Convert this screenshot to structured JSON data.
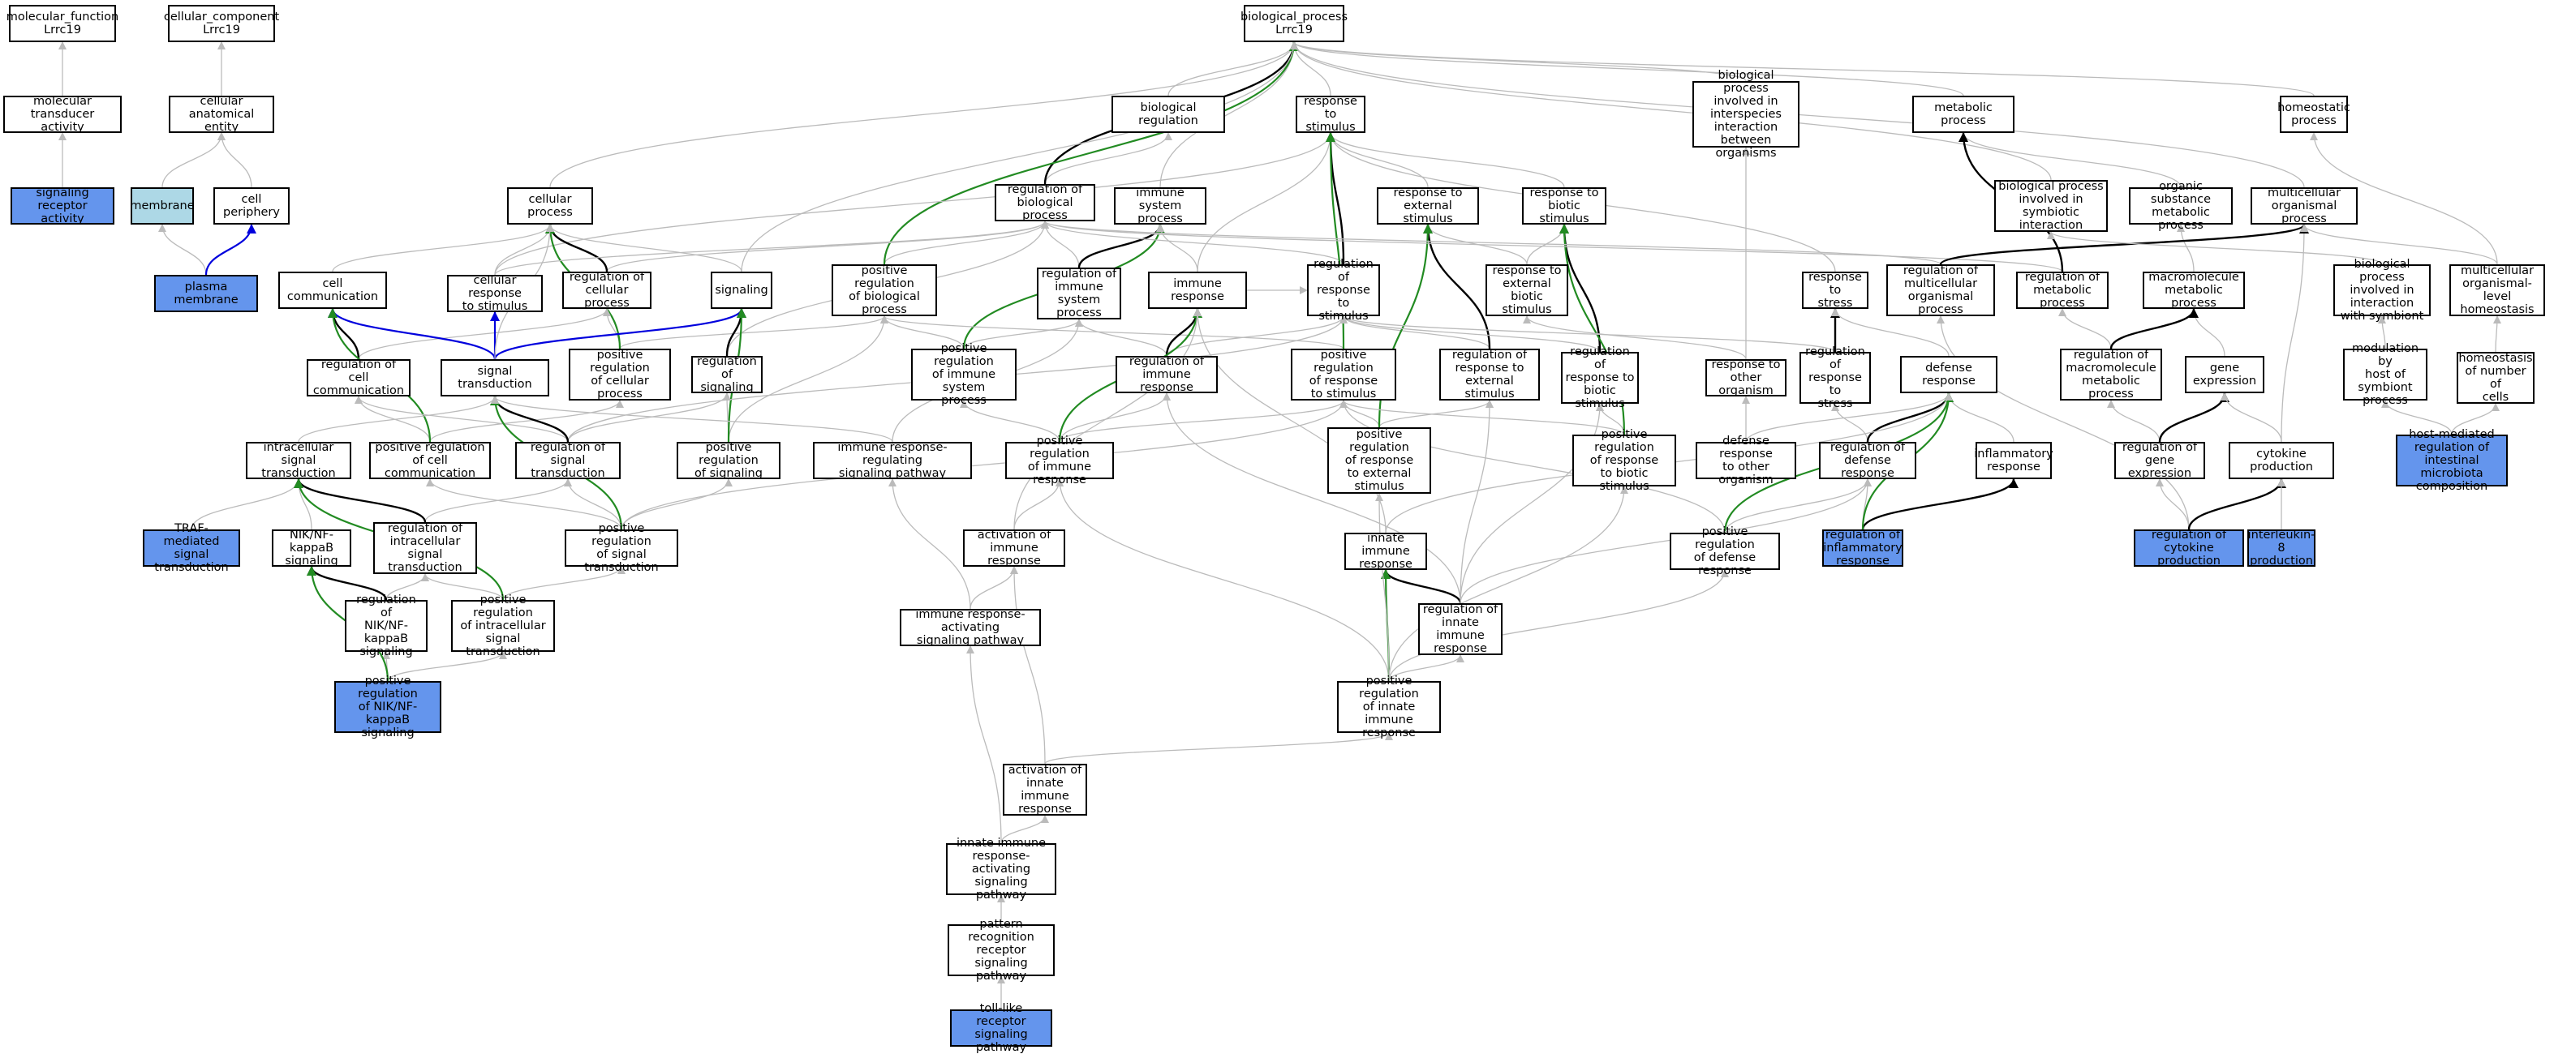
{
  "colors": {
    "is_a": "#bbbbbb",
    "regulates": "#000000",
    "positively_regulates": "#228b22",
    "part_of": "#0000dd",
    "highlight_fill": "#6495ed",
    "light_fill": "#add8e6"
  },
  "nodes": [
    {
      "id": "mf",
      "label": "molecular_function\nLrrc19",
      "style": ""
    },
    {
      "id": "cc",
      "label": "cellular_component\nLrrc19",
      "style": ""
    },
    {
      "id": "bp",
      "label": "biological_process\nLrrc19",
      "style": ""
    },
    {
      "id": "mta",
      "label": "molecular transducer\nactivity",
      "style": ""
    },
    {
      "id": "cae",
      "label": "cellular anatomical\nentity",
      "style": ""
    },
    {
      "id": "biolreg",
      "label": "biological regulation",
      "style": ""
    },
    {
      "id": "rts",
      "label": "response to\nstimulus",
      "style": ""
    },
    {
      "id": "bpinter",
      "label": "biological process\ninvolved in\ninterspecies\ninteraction\nbetween organisms",
      "style": ""
    },
    {
      "id": "metab",
      "label": "metabolic process",
      "style": ""
    },
    {
      "id": "homeo",
      "label": "homeostatic\nprocess",
      "style": ""
    },
    {
      "id": "sra",
      "label": "signaling receptor\nactivity",
      "style": "hl"
    },
    {
      "id": "membrane",
      "label": "membrane",
      "style": "lb"
    },
    {
      "id": "periph",
      "label": "cell periphery",
      "style": ""
    },
    {
      "id": "cellproc",
      "label": "cellular process",
      "style": ""
    },
    {
      "id": "regbp",
      "label": "regulation of\nbiological process",
      "style": ""
    },
    {
      "id": "imsys",
      "label": "immune system\nprocess",
      "style": ""
    },
    {
      "id": "rtes",
      "label": "response to\nexternal stimulus",
      "style": ""
    },
    {
      "id": "rtbs",
      "label": "response to\nbiotic stimulus",
      "style": ""
    },
    {
      "id": "bpsymb",
      "label": "biological process\ninvolved in\nsymbiotic interaction",
      "style": ""
    },
    {
      "id": "osmp",
      "label": "organic substance\nmetabolic process",
      "style": ""
    },
    {
      "id": "mop",
      "label": "multicellular\norganismal process",
      "style": ""
    },
    {
      "id": "pm",
      "label": "plasma membrane",
      "style": "hl"
    },
    {
      "id": "cellcomm",
      "label": "cell communication",
      "style": ""
    },
    {
      "id": "crts",
      "label": "cellular response\nto stimulus",
      "style": ""
    },
    {
      "id": "regcp",
      "label": "regulation of\ncellular process",
      "style": ""
    },
    {
      "id": "signaling",
      "label": "signaling",
      "style": ""
    },
    {
      "id": "posregbp",
      "label": "positive regulation\nof biological\nprocess",
      "style": ""
    },
    {
      "id": "regimsys",
      "label": "regulation of\nimmune system\nprocess",
      "style": ""
    },
    {
      "id": "immresp",
      "label": "immune response",
      "style": ""
    },
    {
      "id": "regrts",
      "label": "regulation of\nresponse to\nstimulus",
      "style": ""
    },
    {
      "id": "rtebs",
      "label": "response to\nexternal biotic\nstimulus",
      "style": ""
    },
    {
      "id": "rtstress",
      "label": "response to\nstress",
      "style": ""
    },
    {
      "id": "regmop",
      "label": "regulation of\nmulticellular\norganismal process",
      "style": ""
    },
    {
      "id": "regmetab",
      "label": "regulation of\nmetabolic process",
      "style": ""
    },
    {
      "id": "macro",
      "label": "macromolecule\nmetabolic process",
      "style": ""
    },
    {
      "id": "bpsymb2",
      "label": "biological process\ninvolved in\ninteraction\nwith symbiont",
      "style": ""
    },
    {
      "id": "mlh",
      "label": "multicellular\norganismal-level\nhomeostasis",
      "style": ""
    },
    {
      "id": "regcc",
      "label": "regulation of\ncell communication",
      "style": ""
    },
    {
      "id": "sigtrans",
      "label": "signal transduction",
      "style": ""
    },
    {
      "id": "posregcp",
      "label": "positive regulation\nof cellular\nprocess",
      "style": ""
    },
    {
      "id": "regsig",
      "label": "regulation of\nsignaling",
      "style": ""
    },
    {
      "id": "posregims",
      "label": "positive regulation\nof immune system\nprocess",
      "style": ""
    },
    {
      "id": "regimresp",
      "label": "regulation of\nimmune response",
      "style": ""
    },
    {
      "id": "posregrts",
      "label": "positive regulation\nof response\nto stimulus",
      "style": ""
    },
    {
      "id": "regrtes",
      "label": "regulation of\nresponse to\nexternal stimulus",
      "style": ""
    },
    {
      "id": "regrtbs",
      "label": "regulation of\nresponse to\nbiotic stimulus",
      "style": ""
    },
    {
      "id": "rtoo",
      "label": "response to\nother organism",
      "style": ""
    },
    {
      "id": "regrtstress",
      "label": "regulation of\nresponse to\nstress",
      "style": ""
    },
    {
      "id": "defresp",
      "label": "defense response",
      "style": ""
    },
    {
      "id": "regmacro",
      "label": "regulation of\nmacromolecule\nmetabolic process",
      "style": ""
    },
    {
      "id": "geneexp",
      "label": "gene expression",
      "style": ""
    },
    {
      "id": "modhost",
      "label": "modulation by\nhost of symbiont\nprocess",
      "style": ""
    },
    {
      "id": "homcells",
      "label": "homeostasis\nof number of\ncells",
      "style": ""
    },
    {
      "id": "ist",
      "label": "intracellular\nsignal transduction",
      "style": ""
    },
    {
      "id": "posregcc",
      "label": "positive regulation\nof cell communication",
      "style": ""
    },
    {
      "id": "regst",
      "label": "regulation of\nsignal transduction",
      "style": ""
    },
    {
      "id": "posregsig",
      "label": "positive regulation\nof signaling",
      "style": ""
    },
    {
      "id": "irrsp",
      "label": "immune response-regulating\nsignaling pathway",
      "style": ""
    },
    {
      "id": "posregimresp",
      "label": "positive regulation\nof immune response",
      "style": ""
    },
    {
      "id": "posregrtes",
      "label": "positive regulation\nof response\nto external\nstimulus",
      "style": ""
    },
    {
      "id": "posregrtbs",
      "label": "positive regulation\nof response\nto biotic stimulus",
      "style": ""
    },
    {
      "id": "drtoo",
      "label": "defense response\nto other organism",
      "style": ""
    },
    {
      "id": "regdef",
      "label": "regulation of\ndefense response",
      "style": ""
    },
    {
      "id": "inflam",
      "label": "inflammatory\nresponse",
      "style": ""
    },
    {
      "id": "reggeneexp",
      "label": "regulation of\ngene expression",
      "style": ""
    },
    {
      "id": "cytprod",
      "label": "cytokine production",
      "style": ""
    },
    {
      "id": "hostmed",
      "label": "host-mediated\nregulation of\nintestinal microbiota\ncomposition",
      "style": "hl"
    },
    {
      "id": "traf",
      "label": "TRAF-mediated\nsignal transduction",
      "style": "hl"
    },
    {
      "id": "nik",
      "label": "NIK/NF-kappaB\nsignaling",
      "style": ""
    },
    {
      "id": "regist",
      "label": "regulation of\nintracellular\nsignal transduction",
      "style": ""
    },
    {
      "id": "posregst",
      "label": "positive regulation\nof signal transduction",
      "style": ""
    },
    {
      "id": "actimresp",
      "label": "activation of\nimmune response",
      "style": ""
    },
    {
      "id": "innate",
      "label": "innate immune\nresponse",
      "style": ""
    },
    {
      "id": "posregdef",
      "label": "positive regulation\nof defense response",
      "style": ""
    },
    {
      "id": "reginflam",
      "label": "regulation of\ninflammatory\nresponse",
      "style": "hl"
    },
    {
      "id": "regcyt",
      "label": "regulation of\ncytokine production",
      "style": "hl"
    },
    {
      "id": "il8",
      "label": "interleukin-8\nproduction",
      "style": "hl"
    },
    {
      "id": "regnik",
      "label": "regulation of\nNIK/NF-kappaB\nsignaling",
      "style": ""
    },
    {
      "id": "posregist",
      "label": "positive regulation\nof intracellular\nsignal transduction",
      "style": ""
    },
    {
      "id": "irasp",
      "label": "immune response-activating\nsignaling pathway",
      "style": ""
    },
    {
      "id": "reginnate",
      "label": "regulation of\ninnate immune\nresponse",
      "style": ""
    },
    {
      "id": "posregnik",
      "label": "positive regulation\nof NIK/NF-kappaB\nsignaling",
      "style": "hl"
    },
    {
      "id": "posreginnate",
      "label": "positive regulation\nof innate immune\nresponse",
      "style": ""
    },
    {
      "id": "actinnate",
      "label": "activation of\ninnate immune\nresponse",
      "style": ""
    },
    {
      "id": "irasp2",
      "label": "innate immune\nresponse-activating\nsignaling pathway",
      "style": ""
    },
    {
      "id": "prrsp",
      "label": "pattern recognition\nreceptor signaling\npathway",
      "style": ""
    },
    {
      "id": "tlr",
      "label": "toll-like receptor\nsignaling pathway",
      "style": "hl"
    }
  ],
  "edges": [
    [
      "mta",
      "mf",
      "is_a"
    ],
    [
      "cae",
      "cc",
      "is_a"
    ],
    [
      "sra",
      "mta",
      "is_a"
    ],
    [
      "membrane",
      "cae",
      "is_a"
    ],
    [
      "periph",
      "cae",
      "is_a"
    ],
    [
      "pm",
      "membrane",
      "is_a"
    ],
    [
      "pm",
      "periph",
      "part_of"
    ],
    [
      "cellproc",
      "bp",
      "is_a"
    ],
    [
      "biolreg",
      "bp",
      "is_a"
    ],
    [
      "rts",
      "bp",
      "is_a"
    ],
    [
      "imsys",
      "bp",
      "is_a"
    ],
    [
      "bpinter",
      "bp",
      "is_a"
    ],
    [
      "metab",
      "bp",
      "is_a"
    ],
    [
      "homeo",
      "bp",
      "is_a"
    ],
    [
      "mop",
      "bp",
      "is_a"
    ],
    [
      "regbp",
      "biolreg",
      "is_a"
    ],
    [
      "regbp",
      "bp",
      "regulates"
    ],
    [
      "posregbp",
      "regbp",
      "is_a"
    ],
    [
      "posregbp",
      "bp",
      "positively_regulates"
    ],
    [
      "cellcomm",
      "cellproc",
      "is_a"
    ],
    [
      "crts",
      "cellproc",
      "is_a"
    ],
    [
      "crts",
      "rts",
      "is_a"
    ],
    [
      "regcp",
      "regbp",
      "is_a"
    ],
    [
      "regcp",
      "cellproc",
      "regulates"
    ],
    [
      "posregcp",
      "posregbp",
      "is_a"
    ],
    [
      "posregcp",
      "regcp",
      "is_a"
    ],
    [
      "posregcp",
      "cellproc",
      "positively_regulates"
    ],
    [
      "signaling",
      "bp",
      "is_a"
    ],
    [
      "signaling",
      "cellproc",
      "is_a"
    ],
    [
      "regimsys",
      "regbp",
      "is_a"
    ],
    [
      "regimsys",
      "imsys",
      "regulates"
    ],
    [
      "posregims",
      "posregbp",
      "is_a"
    ],
    [
      "posregims",
      "regimsys",
      "is_a"
    ],
    [
      "posregims",
      "imsys",
      "positively_regulates"
    ],
    [
      "immresp",
      "imsys",
      "is_a"
    ],
    [
      "immresp",
      "rts",
      "is_a"
    ],
    [
      "rtes",
      "rts",
      "is_a"
    ],
    [
      "rtbs",
      "rts",
      "is_a"
    ],
    [
      "rtebs",
      "rtes",
      "is_a"
    ],
    [
      "rtebs",
      "rtbs",
      "is_a"
    ],
    [
      "rtstress",
      "rts",
      "is_a"
    ],
    [
      "regrts",
      "regbp",
      "is_a"
    ],
    [
      "regrts",
      "rts",
      "regulates"
    ],
    [
      "posregrts",
      "posregbp",
      "is_a"
    ],
    [
      "posregrts",
      "regrts",
      "is_a"
    ],
    [
      "posregrts",
      "rts",
      "positively_regulates"
    ],
    [
      "regrtes",
      "regrts",
      "is_a"
    ],
    [
      "regrtes",
      "rtes",
      "regulates"
    ],
    [
      "posregrtes",
      "posregrts",
      "is_a"
    ],
    [
      "posregrtes",
      "regrtes",
      "is_a"
    ],
    [
      "posregrtes",
      "rtes",
      "positively_regulates"
    ],
    [
      "regrtbs",
      "regrts",
      "is_a"
    ],
    [
      "regrtbs",
      "rtbs",
      "regulates"
    ],
    [
      "posregrtbs",
      "posregrts",
      "is_a"
    ],
    [
      "posregrtbs",
      "regrtbs",
      "is_a"
    ],
    [
      "posregrtbs",
      "rtbs",
      "positively_regulates"
    ],
    [
      "rtoo",
      "rtebs",
      "is_a"
    ],
    [
      "rtoo",
      "bpinter",
      "is_a"
    ],
    [
      "regrtstress",
      "regrts",
      "is_a"
    ],
    [
      "regrtstress",
      "rtstress",
      "regulates"
    ],
    [
      "defresp",
      "rtstress",
      "is_a"
    ],
    [
      "drtoo",
      "defresp",
      "is_a"
    ],
    [
      "drtoo",
      "rtoo",
      "is_a"
    ],
    [
      "regdef",
      "regrtstress",
      "is_a"
    ],
    [
      "regdef",
      "defresp",
      "regulates"
    ],
    [
      "posregdef",
      "posregrts",
      "is_a"
    ],
    [
      "posregdef",
      "regdef",
      "is_a"
    ],
    [
      "posregdef",
      "defresp",
      "positively_regulates"
    ],
    [
      "inflam",
      "defresp",
      "is_a"
    ],
    [
      "reginflam",
      "regdef",
      "is_a"
    ],
    [
      "reginflam",
      "inflam",
      "regulates"
    ],
    [
      "reginflam",
      "defresp",
      "positively_regulates"
    ],
    [
      "bpsymb",
      "bp",
      "is_a"
    ],
    [
      "osmp",
      "metab",
      "is_a"
    ],
    [
      "macro",
      "osmp",
      "is_a"
    ],
    [
      "geneexp",
      "macro",
      "is_a"
    ],
    [
      "regmetab",
      "regbp",
      "is_a"
    ],
    [
      "regmetab",
      "metab",
      "regulates"
    ],
    [
      "regmacro",
      "regmetab",
      "is_a"
    ],
    [
      "regmacro",
      "macro",
      "regulates"
    ],
    [
      "reggeneexp",
      "regmacro",
      "is_a"
    ],
    [
      "reggeneexp",
      "geneexp",
      "regulates"
    ],
    [
      "cytprod",
      "mop",
      "is_a"
    ],
    [
      "cytprod",
      "geneexp",
      "is_a"
    ],
    [
      "regmop",
      "regbp",
      "is_a"
    ],
    [
      "regmop",
      "mop",
      "regulates"
    ],
    [
      "regcyt",
      "regmop",
      "is_a"
    ],
    [
      "regcyt",
      "reggeneexp",
      "is_a"
    ],
    [
      "regcyt",
      "cytprod",
      "regulates"
    ],
    [
      "il8",
      "cytprod",
      "is_a"
    ],
    [
      "bpsymb2",
      "bpsymb",
      "is_a"
    ],
    [
      "modhost",
      "bpsymb2",
      "is_a"
    ],
    [
      "mlh",
      "mop",
      "is_a"
    ],
    [
      "mlh",
      "homeo",
      "is_a"
    ],
    [
      "homcells",
      "mlh",
      "is_a"
    ],
    [
      "hostmed",
      "modhost",
      "is_a"
    ],
    [
      "hostmed",
      "homcells",
      "is_a"
    ],
    [
      "regcc",
      "regcp",
      "is_a"
    ],
    [
      "regcc",
      "cellcomm",
      "regulates"
    ],
    [
      "sigtrans",
      "cellcomm",
      "part_of"
    ],
    [
      "sigtrans",
      "crts",
      "part_of"
    ],
    [
      "sigtrans",
      "signaling",
      "part_of"
    ],
    [
      "sigtrans",
      "cellproc",
      "is_a"
    ],
    [
      "regsig",
      "regbp",
      "is_a"
    ],
    [
      "regsig",
      "signaling",
      "regulates"
    ],
    [
      "posregcc",
      "posregcp",
      "is_a"
    ],
    [
      "posregcc",
      "regcc",
      "is_a"
    ],
    [
      "posregcc",
      "cellcomm",
      "positively_regulates"
    ],
    [
      "posregsig",
      "regsig",
      "is_a"
    ],
    [
      "posregsig",
      "posregbp",
      "is_a"
    ],
    [
      "posregsig",
      "signaling",
      "positively_regulates"
    ],
    [
      "regst",
      "regcc",
      "is_a"
    ],
    [
      "regst",
      "regsig",
      "is_a"
    ],
    [
      "regst",
      "regrts",
      "is_a"
    ],
    [
      "regst",
      "sigtrans",
      "regulates"
    ],
    [
      "posregst",
      "posregcc",
      "is_a"
    ],
    [
      "posregst",
      "posregsig",
      "is_a"
    ],
    [
      "posregst",
      "regst",
      "is_a"
    ],
    [
      "posregst",
      "posregrts",
      "is_a"
    ],
    [
      "posregst",
      "sigtrans",
      "positively_regulates"
    ],
    [
      "ist",
      "sigtrans",
      "is_a"
    ],
    [
      "traf",
      "ist",
      "is_a"
    ],
    [
      "nik",
      "ist",
      "is_a"
    ],
    [
      "regist",
      "regst",
      "is_a"
    ],
    [
      "regist",
      "ist",
      "regulates"
    ],
    [
      "posregist",
      "posregst",
      "is_a"
    ],
    [
      "posregist",
      "regist",
      "is_a"
    ],
    [
      "posregist",
      "ist",
      "positively_regulates"
    ],
    [
      "regnik",
      "regist",
      "is_a"
    ],
    [
      "regnik",
      "nik",
      "regulates"
    ],
    [
      "posregnik",
      "regnik",
      "is_a"
    ],
    [
      "posregnik",
      "posregist",
      "is_a"
    ],
    [
      "posregnik",
      "nik",
      "positively_regulates"
    ],
    [
      "regimresp",
      "regimsys",
      "is_a"
    ],
    [
      "regimresp",
      "regrts",
      "is_a"
    ],
    [
      "regimresp",
      "immresp",
      "regulates"
    ],
    [
      "posregimresp",
      "posregims",
      "is_a"
    ],
    [
      "posregimresp",
      "regimresp",
      "is_a"
    ],
    [
      "posregimresp",
      "posregrts",
      "is_a"
    ],
    [
      "posregimresp",
      "immresp",
      "positively_regulates"
    ],
    [
      "irrsp",
      "sigtrans",
      "is_a"
    ],
    [
      "irrsp",
      "regimsys",
      "is_a"
    ],
    [
      "actimresp",
      "posregimresp",
      "is_a"
    ],
    [
      "actimresp",
      "immresp",
      "is_a"
    ],
    [
      "irasp",
      "irrsp",
      "is_a"
    ],
    [
      "irasp",
      "actimresp",
      "is_a"
    ],
    [
      "innate",
      "immresp",
      "is_a"
    ],
    [
      "innate",
      "defresp",
      "is_a"
    ],
    [
      "reginnate",
      "regimresp",
      "is_a"
    ],
    [
      "reginnate",
      "regdef",
      "is_a"
    ],
    [
      "reginnate",
      "innate",
      "regulates"
    ],
    [
      "reginnate",
      "regrtbs",
      "is_a"
    ],
    [
      "reginnate",
      "regrtes",
      "is_a"
    ],
    [
      "posreginnate",
      "reginnate",
      "is_a"
    ],
    [
      "posreginnate",
      "posregimresp",
      "is_a"
    ],
    [
      "posreginnate",
      "posregdef",
      "is_a"
    ],
    [
      "posreginnate",
      "innate",
      "positively_regulates"
    ],
    [
      "posreginnate",
      "posregrtes",
      "is_a"
    ],
    [
      "posreginnate",
      "posregrtbs",
      "is_a"
    ],
    [
      "actinnate",
      "actimresp",
      "is_a"
    ],
    [
      "actinnate",
      "posreginnate",
      "is_a"
    ],
    [
      "irasp2",
      "irasp",
      "is_a"
    ],
    [
      "irasp2",
      "actinnate",
      "is_a"
    ],
    [
      "prrsp",
      "irasp2",
      "is_a"
    ],
    [
      "tlr",
      "prrsp",
      "is_a"
    ],
    [
      "crts",
      "regbp",
      "is_a"
    ],
    [
      "immresp",
      "regrts",
      "is_a"
    ]
  ]
}
